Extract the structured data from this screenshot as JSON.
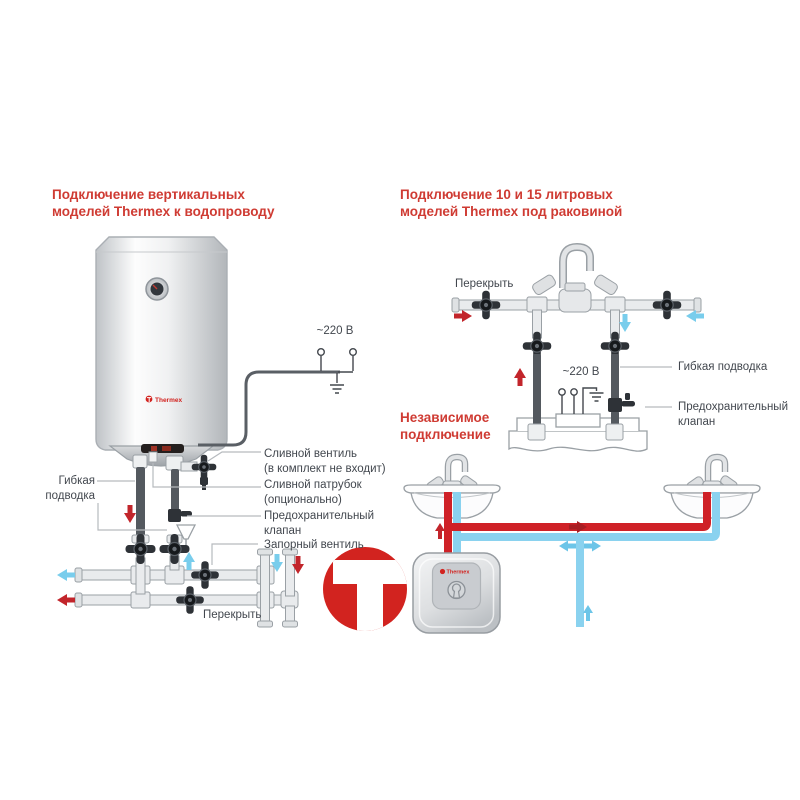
{
  "colors": {
    "title_red": "#cf3b33",
    "label_gray": "#42474e",
    "brand_red": "#d2231f",
    "pipe_red": "#cf2127",
    "pipe_blue": "#8ad2ef"
  },
  "left_diagram": {
    "title_line1": "Подключение вертикальных",
    "title_line2": "моделей Thermex к водопроводу",
    "voltage": "~220 В",
    "tank_logo": "Thermex",
    "label_flexible_line1": "Гибкая",
    "label_flexible_line2": "подводка",
    "label_drain_valve_line1": "Сливной вентиль",
    "label_drain_valve_line2": "(в комплект не входит)",
    "label_drain_outlet_line1": "Сливной патрубок",
    "label_drain_outlet_line2": "(опционально)",
    "label_safety_line1": "Предохранительный",
    "label_safety_line2": "клапан",
    "label_stop_valve": "Запорный вентиль",
    "label_shut_off": "Перекрыть"
  },
  "right_diagram": {
    "title_line1": "Подключение 10 и 15 литровых",
    "title_line2": "моделей Thermex под раковиной",
    "label_shut_off": "Перекрыть",
    "voltage": "~220 В",
    "label_flexible": "Гибкая подводка",
    "label_safety_line1": "Предохранительный",
    "label_safety_line2": "клапан"
  },
  "independent_section": {
    "title_line1": "Независимое",
    "title_line2": "подключение",
    "heater_logo": "Thermex"
  }
}
